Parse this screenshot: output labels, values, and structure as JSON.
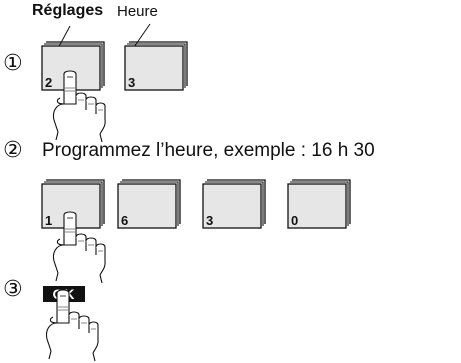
{
  "labels": {
    "reglages": "Réglages",
    "heure": "Heure"
  },
  "steps": {
    "step1": "①",
    "step2": "②",
    "step3": "③"
  },
  "instruction": "Programmez l’heure, exemple : 16 h 30",
  "keys_row1": [
    "2",
    "3"
  ],
  "keys_row2": [
    "1",
    "6",
    "3",
    "0"
  ],
  "ok_key": "OK",
  "icons": {
    "hand": "pointing-hand-icon"
  },
  "colors": {
    "key_fill": "#e6e6e6",
    "ink": "#111111",
    "ok_bg": "#111111",
    "ok_text": "#ffffff"
  }
}
